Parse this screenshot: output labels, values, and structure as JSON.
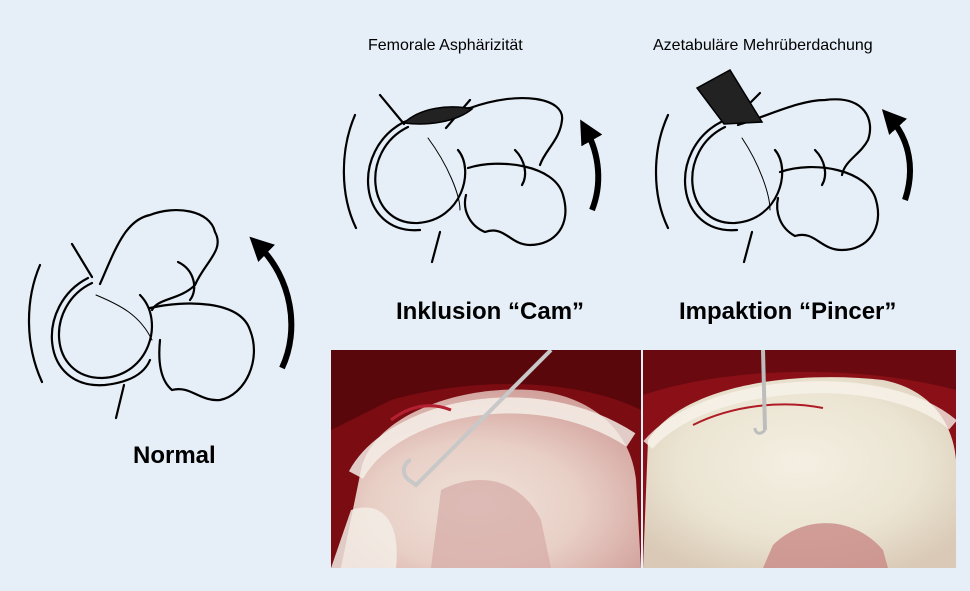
{
  "labels": {
    "cam_annotation": "Femorale Asphärizität",
    "pincer_annotation": "Azetabuläre Mehrüberdachung",
    "cam_title": "Inklusion “Cam”",
    "pincer_title": "Impaktion “Pincer”",
    "normal_title": "Normal"
  },
  "colors": {
    "background": "#e6eef7",
    "line": "#000000",
    "cartilage": "#f2ece6",
    "tissue_red": "#a8141d"
  }
}
